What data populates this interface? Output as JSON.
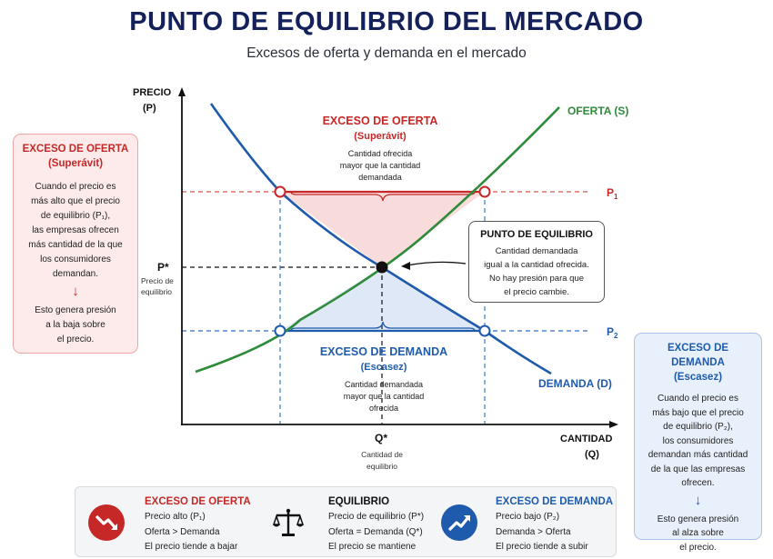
{
  "title": "PUNTO DE EQUILIBRIO DEL MERCADO",
  "subtitle": "Excesos de oferta y demanda en el mercado",
  "colors": {
    "supply": "#2e8b3a",
    "demand": "#1f5bad",
    "surplus": "#c62828",
    "title": "#14215a",
    "surplus_fill": "#f7d6d6",
    "shortage_fill": "#dbe6f5"
  },
  "chart_data": {
    "type": "line",
    "title": "",
    "xlabel": "CANTIDAD (Q)",
    "ylabel": "PRECIO (P)",
    "curves": [
      {
        "name": "OFERTA (S)",
        "shape": "increasing"
      },
      {
        "name": "DEMANDA (D)",
        "shape": "decreasing"
      }
    ],
    "price_levels": [
      "P1",
      "P*",
      "P2"
    ],
    "equilibrium": {
      "price": "P*",
      "quantity": "Q*"
    }
  },
  "axes": {
    "y_label_1": "PRECIO",
    "y_label_2": "(P)",
    "x_label_1": "CANTIDAD",
    "x_label_2": "(Q)",
    "supply_label": "OFERTA (S)",
    "demand_label": "DEMANDA (D)",
    "p1_label": "P",
    "p1_sub": "1",
    "p2_label": "P",
    "p2_sub": "2",
    "pstar_label": "P*",
    "pstar_desc_1": "Precio de",
    "pstar_desc_2": "equilibrio",
    "qstar_label": "Q*",
    "qstar_desc_1": "Cantidad de",
    "qstar_desc_2": "equilibrio"
  },
  "chart_text": {
    "surplus_title": "EXCESO DE OFERTA",
    "surplus_sub": "(Superávit)",
    "surplus_desc_1": "Cantidad ofrecida",
    "surplus_desc_2": "mayor que la cantidad",
    "surplus_desc_3": "demandada",
    "shortage_title": "EXCESO DE DEMANDA",
    "shortage_sub": "(Escasez)",
    "shortage_desc_1": "Cantidad demandada",
    "shortage_desc_2": "mayor que la cantidad",
    "shortage_desc_3": "ofrecida"
  },
  "callout": {
    "title": "PUNTO DE EQUILIBRIO",
    "line1": "Cantidad demandada",
    "line2": "igual a la cantidad ofrecida.",
    "line3": "No hay presión para que",
    "line4": "el precio cambie."
  },
  "left_box": {
    "title": "EXCESO DE OFERTA",
    "subtitle": "(Superávit)",
    "lines": [
      "Cuando el precio es",
      "más alto que el precio",
      "de equilibrio (P₁),",
      "las empresas ofrecen",
      "más cantidad de la que",
      "los consumidores",
      "demandan."
    ],
    "arrow": "↓",
    "result": [
      "Esto genera presión",
      "a la baja sobre",
      "el precio."
    ]
  },
  "right_box": {
    "title": "EXCESO DE DEMANDA",
    "subtitle": "(Escasez)",
    "lines": [
      "Cuando el precio es",
      "más bajo que el precio",
      "de equilibrio (P₂),",
      "los consumidores",
      "demandan más cantidad",
      "de la que las empresas",
      "ofrecen."
    ],
    "arrow": "↓",
    "result": [
      "Esto genera presión",
      "al alza sobre",
      "el precio."
    ]
  },
  "legend": {
    "surplus": {
      "title": "EXCESO DE OFERTA",
      "l1": "Precio alto (P₁)",
      "l2": "Oferta > Demanda",
      "l3": "El precio tiende a bajar",
      "icon": "trend-down-icon"
    },
    "equilibrium": {
      "title": "EQUILIBRIO",
      "l1": "Precio de equilibrio (P*)",
      "l2": "Oferta = Demanda (Q*)",
      "l3": "El precio se mantiene",
      "icon": "scale-icon"
    },
    "shortage": {
      "title": "EXCESO DE DEMANDA",
      "l1": "Precio bajo (P₂)",
      "l2": "Demanda > Oferta",
      "l3": "El precio tiende a subir",
      "icon": "trend-up-icon"
    }
  }
}
